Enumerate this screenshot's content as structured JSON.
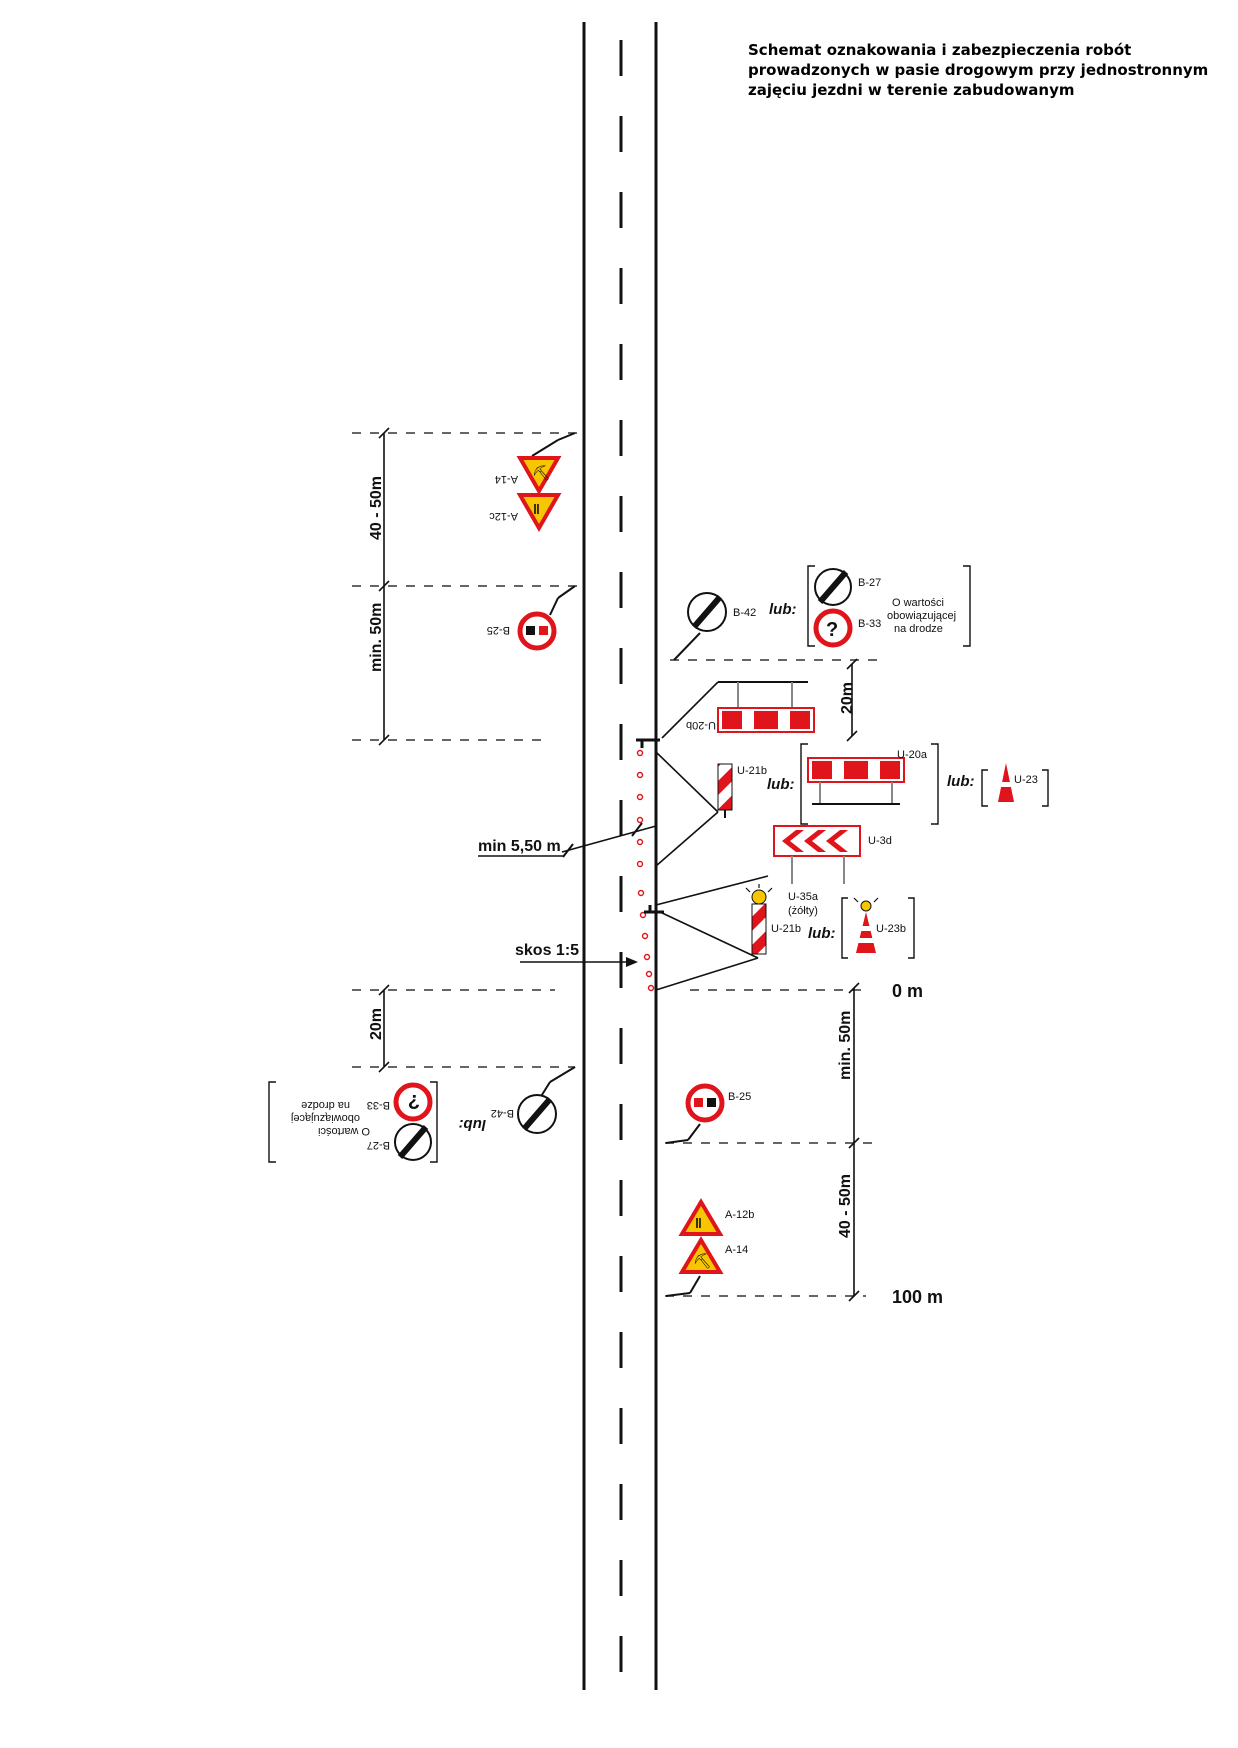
{
  "title": {
    "line1": "Schemat oznakowania i zabezpieczenia robót",
    "line2": "prowadzonych w pasie drogowym przy jednostronnym",
    "line3": "zajęciu jezdni  w terenie zabudowanym"
  },
  "colors": {
    "red": "#e0141b",
    "yellow": "#f7c600",
    "black": "#111111"
  },
  "labels": {
    "a14_top": "A-14",
    "a12c_top": "A-12c",
    "b25_top": "B-25",
    "b42_top": "B-42",
    "lub": "lub:",
    "b27_top": "B-27",
    "b33_top": "B-33",
    "wartosci_1": "O wartości",
    "wartosci_2": "obowiązującej",
    "wartosci_3": "na drodze",
    "u20b": "U-20b",
    "u21b_1": "U-21b",
    "u20a": "U-20a",
    "u23": "U-23",
    "u3d": "U-3d",
    "u35a": "U-35a",
    "u35a_note": "(żółty)",
    "u21b_2": "U-21b",
    "u23b": "U-23b",
    "b42_bottom": "B-42",
    "b27_bottom": "B-27",
    "b33_bottom": "B-33",
    "wartosci_b1": "O wartości",
    "wartosci_b2": "obowiązującej",
    "wartosci_b3": "na drodze",
    "b25_bottom": "B-25",
    "a12b": "A-12b",
    "a14_bottom": "A-14"
  },
  "dimensions": {
    "d_40_50_top": "40 - 50m",
    "d_min50_top": "min. 50m",
    "d_20_top": "20m",
    "d_min550": "min 5,50 m",
    "d_skos": "skos 1:5",
    "d_20_bottom": "20m",
    "d_0m": "0 m",
    "d_min50_bottom": "min. 50m",
    "d_40_50_bottom": "40 - 50m",
    "d_100m": "100 m"
  }
}
